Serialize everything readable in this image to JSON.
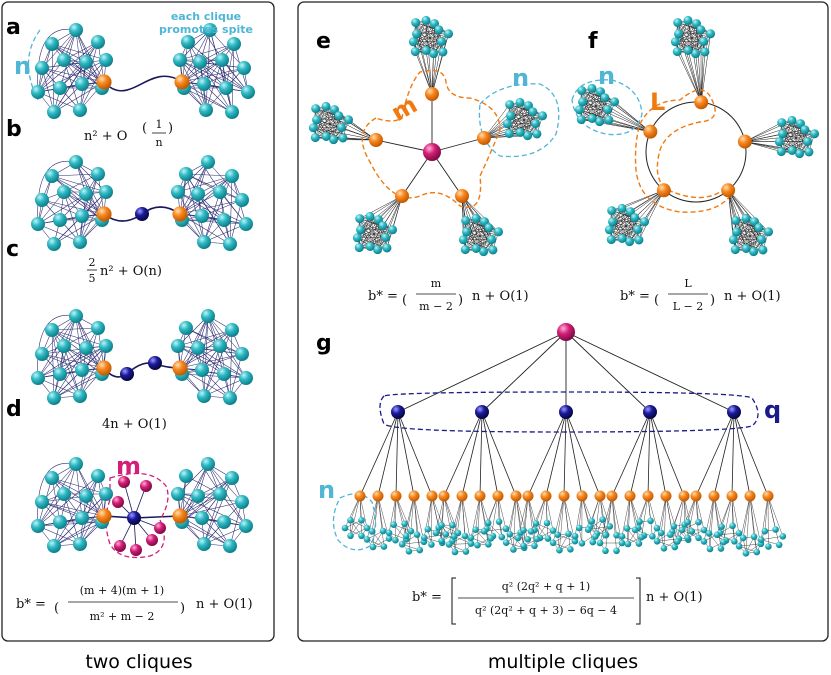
{
  "panels": {
    "a": "a",
    "b": "b",
    "c": "c",
    "d": "d",
    "e": "e",
    "f": "f",
    "g": "g"
  },
  "annotations": {
    "clique_note_line1": "each clique",
    "clique_note_line2": "promotes spite",
    "n": "n",
    "m": "m",
    "L": "L",
    "q": "q"
  },
  "formulas": {
    "a": "n² + O(1/n)",
    "c": "(2/5) n² + O(n)",
    "ccoef_num": "2",
    "ccoef_den": "5",
    "ctail": "n² + O(n)",
    "d_num": "4n + O(1)",
    "a_head": "n² + O",
    "a_num": "1",
    "a_den": "n",
    "d_prefix": "b* =",
    "d_frac_num": "(m + 4)(m + 1)",
    "d_frac_den": "m² + m − 2",
    "d_tail": "n + O(1)",
    "e_prefix": "b* =",
    "e_num": "m",
    "e_den": "m − 2",
    "e_tail": "n + O(1)",
    "f_prefix": "b* =",
    "f_num": "L",
    "f_den": "L − 2",
    "f_tail": "n + O(1)",
    "g_prefix": "b* =",
    "g_num": "q² (2q² + q + 1)",
    "g_den": "q² (2q² + q + 3) − 6q − 4",
    "g_tail": "n + O(1)"
  },
  "captions": {
    "left": "two cliques",
    "right": "multiple cliques"
  },
  "colors": {
    "teal": "#2fb9c4",
    "orange": "#f7861f",
    "blue": "#1a1a9c",
    "magenta": "#d41e78",
    "dashed_teal": "#4fb6d6",
    "dashed_orange": "#f07a12",
    "dashed_navy": "#1a1a8a"
  }
}
